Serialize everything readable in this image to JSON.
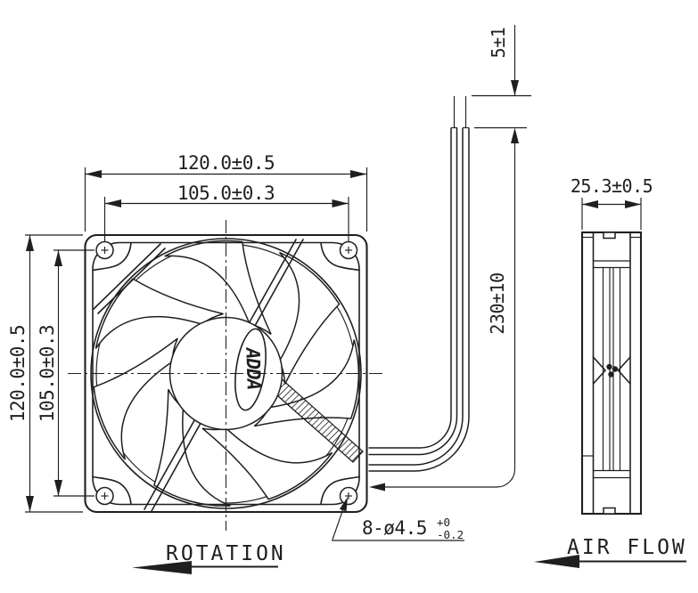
{
  "front_view": {
    "width_dim": "120.0±0.5",
    "hole_pitch_horizontal": "105.0±0.3",
    "height_dim": "120.0±0.5",
    "hole_pitch_vertical": "105.0±0.3",
    "hole_callout": "8-ø4.5",
    "hole_tolerance_upper": "+0",
    "hole_tolerance_lower": "-0.2",
    "hub_logo": "ADDA",
    "rotation_label": "ROTATION"
  },
  "side_view": {
    "depth_dim": "25.3±0.5",
    "airflow_label": "AIR FLOW"
  },
  "lead_wires": {
    "strip_length_dim": "5±1",
    "wire_length_dim": "230±10"
  },
  "colors": {
    "line": "#1f1f1f",
    "background": "#ffffff"
  }
}
